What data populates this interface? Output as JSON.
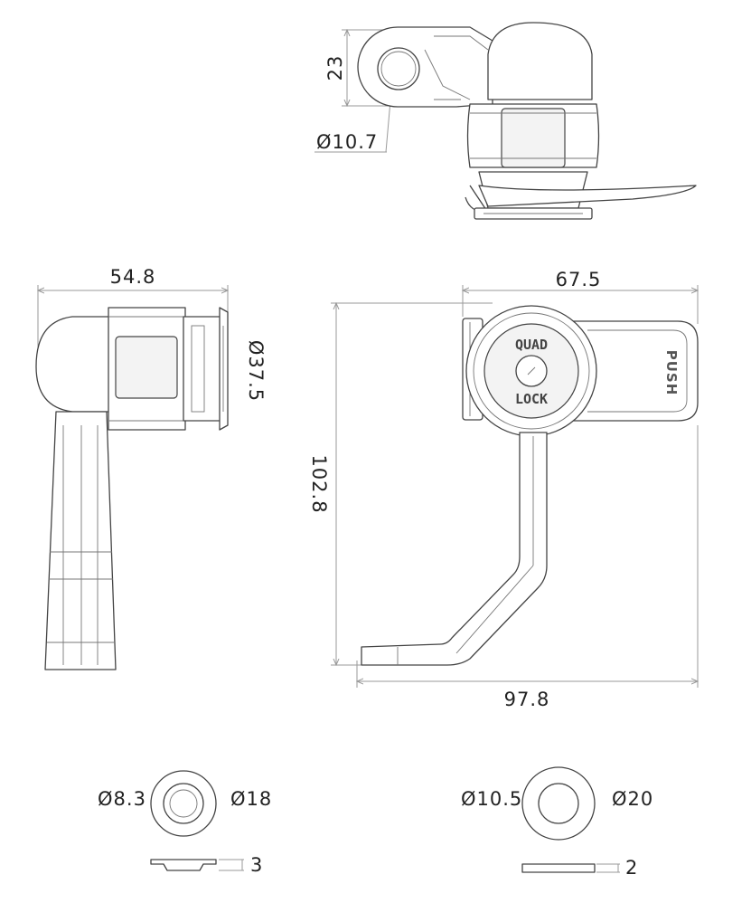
{
  "drawing": {
    "top_view": {
      "height_label": "23",
      "hole_label": "Ø10.7"
    },
    "side_view": {
      "width_label": "54.8",
      "mount_diameter_label": "Ø37.5"
    },
    "front_view": {
      "head_width_label": "67.5",
      "height_label": "102.8",
      "total_width_label": "97.8",
      "logo_top": "QUAD",
      "logo_bottom": "LOCK",
      "push_label": "PUSH"
    },
    "washer_small": {
      "inner_label": "Ø8.3",
      "outer_label": "Ø18",
      "thickness_label": "3"
    },
    "washer_large": {
      "inner_label": "Ø10.5",
      "outer_label": "Ø20",
      "thickness_label": "2"
    }
  }
}
